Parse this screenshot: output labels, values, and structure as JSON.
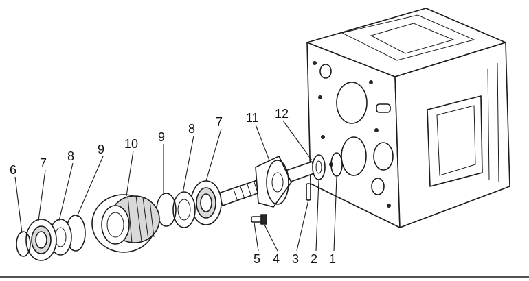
{
  "diagram": {
    "callouts": [
      {
        "id": "c1",
        "text": "1"
      },
      {
        "id": "c2",
        "text": "2"
      },
      {
        "id": "c3",
        "text": "3"
      },
      {
        "id": "c4",
        "text": "4"
      },
      {
        "id": "c5",
        "text": "5"
      },
      {
        "id": "c6",
        "text": "6"
      },
      {
        "id": "c7a",
        "text": "7"
      },
      {
        "id": "c8a",
        "text": "8"
      },
      {
        "id": "c9a",
        "text": "9"
      },
      {
        "id": "c10",
        "text": "10"
      },
      {
        "id": "c9b",
        "text": "9"
      },
      {
        "id": "c8b",
        "text": "8"
      },
      {
        "id": "c7b",
        "text": "7"
      },
      {
        "id": "c11",
        "text": "11"
      },
      {
        "id": "c12",
        "text": "12"
      }
    ],
    "colors": {
      "ink": "#1a1a1a",
      "paper": "#ffffff"
    }
  }
}
